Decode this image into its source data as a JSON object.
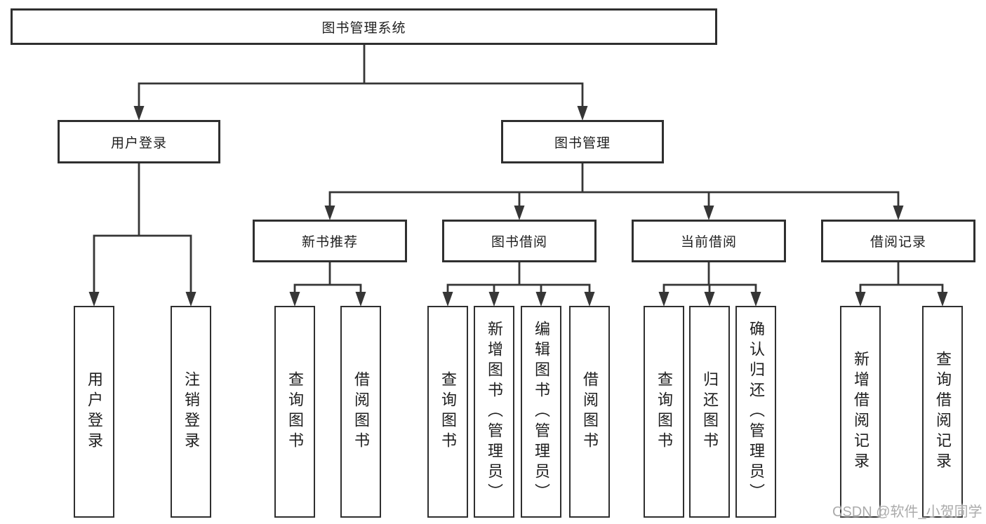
{
  "colors": {
    "line": "#363636",
    "box-border": "#2f2f2f",
    "text": "#1e1e1e",
    "watermark": "#ababab",
    "background": "#ffffff"
  },
  "watermark": "CSDN @软件_小贺同学",
  "nodes": {
    "root": {
      "label": "图书管理系统"
    },
    "login": {
      "label": "用户登录",
      "children": [
        {
          "label": "用户登录"
        },
        {
          "label": "注销登录"
        }
      ]
    },
    "mgmt": {
      "label": "图书管理",
      "children": [
        {
          "label": "新书推荐",
          "children": [
            {
              "label": "查询图书"
            },
            {
              "label": "借阅图书"
            }
          ]
        },
        {
          "label": "图书借阅",
          "children": [
            {
              "label": "查询图书"
            },
            {
              "label": "新增图书（管理员）"
            },
            {
              "label": "编辑图书（管理员）"
            },
            {
              "label": "借阅图书"
            }
          ]
        },
        {
          "label": "当前借阅",
          "children": [
            {
              "label": "查询图书"
            },
            {
              "label": "归还图书"
            },
            {
              "label": "确认归还（管理员）"
            }
          ]
        },
        {
          "label": "借阅记录",
          "children": [
            {
              "label": "新增借阅记录"
            },
            {
              "label": "查询借阅记录"
            }
          ]
        }
      ]
    }
  }
}
